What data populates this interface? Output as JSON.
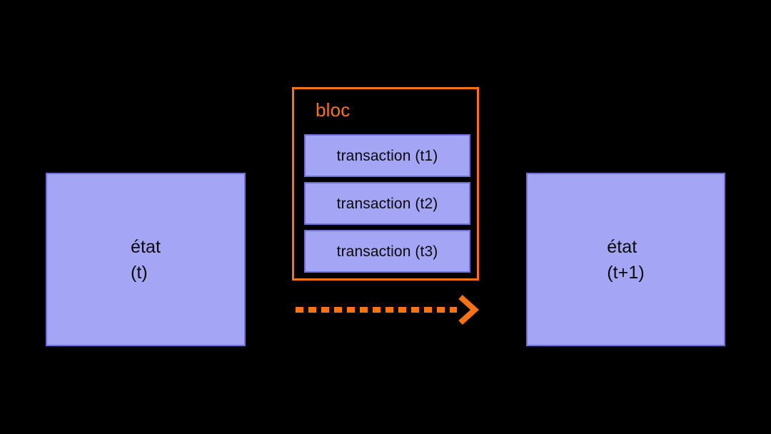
{
  "diagram": {
    "title_visible": false,
    "background_color": "#000000",
    "accent_color": "#f97316",
    "box_fill_color": "#a5a5f5",
    "box_border_color": "#6f6fd8",
    "text_color": "#0a0a0a"
  },
  "states": [
    {
      "id": "state-t",
      "line1": "état",
      "line2": "(t)",
      "text": "état\n(t)"
    },
    {
      "id": "state-t-plus-1",
      "line1": "état",
      "line2": "(t+1)",
      "text": "état\n(t+1)"
    }
  ],
  "block": {
    "title": "bloc",
    "transactions": [
      {
        "label": "transaction (t1)"
      },
      {
        "label": "transaction (t2)"
      },
      {
        "label": "transaction (t3)"
      }
    ]
  },
  "arrow": {
    "name": "state-transition-arrow",
    "style": "dashed",
    "head": "chevron",
    "direction": "right",
    "color": "#f97316",
    "label": ""
  }
}
